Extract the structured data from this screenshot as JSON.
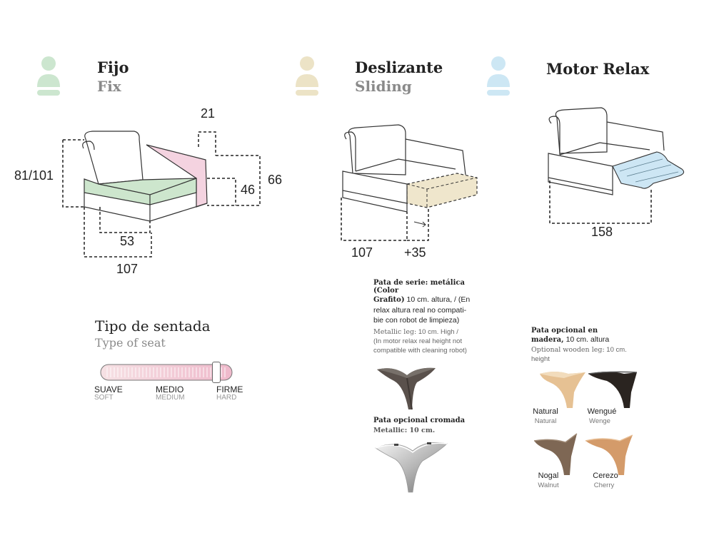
{
  "modes": [
    {
      "title": "Fijo",
      "subtitle": "Fix",
      "icon_color": "#cce6cf"
    },
    {
      "title": "Deslizante",
      "subtitle": "Sliding",
      "icon_color": "#ece3c6"
    },
    {
      "title": "Motor Relax",
      "subtitle": "",
      "icon_color": "#cde7f4"
    }
  ],
  "dimensions": {
    "fijo": {
      "arm_width": "21",
      "height": "81/101",
      "seat_height": "46",
      "back_height": "66",
      "seat_depth": "53",
      "depth": "107"
    },
    "deslizante": {
      "depth": "107",
      "extension": "+35"
    },
    "relax": {
      "extended_depth": "158"
    }
  },
  "seat_type": {
    "title": "Tipo de sentada",
    "subtitle": "Type of seat",
    "scale": [
      {
        "label": "SUAVE",
        "sub": "SOFT"
      },
      {
        "label": "MEDIO",
        "sub": "MEDIUM"
      },
      {
        "label": "FIRME",
        "sub": "HARD"
      }
    ],
    "level": 0.87
  },
  "legs": {
    "standard": {
      "title": "Pata de serie: metálica (Color",
      "title2": "Grafito)",
      "text_a": " 10 cm. altura, / (En",
      "text_b": "relax altura real no compati-",
      "text_c": "bie con robot de limpieza)",
      "en_a": "Metallic leg:",
      "en_b": " 10 cm. High /",
      "en_c": "(In motor relax real height not",
      "en_d": "compatible with cleaning robot)"
    },
    "chrome": {
      "title": "Pata opcional cromada",
      "sub": "Metallic: 10 cm."
    },
    "wood": {
      "title_a": "Pata opcional en",
      "title_b": "madera,",
      "title_c": " 10 cm. altura",
      "en_a": "Optional wooden leg:",
      "en_b": " 10 cm.",
      "en_c": "height",
      "options": [
        {
          "label": "Natural",
          "sub": "Natural",
          "color": "#e6c193"
        },
        {
          "label": "Wengué",
          "sub": "Wenge",
          "color": "#2a2420"
        },
        {
          "label": "Nogal",
          "sub": "Walnut",
          "color": "#7e6754"
        },
        {
          "label": "Cerezo",
          "sub": "Cherry",
          "color": "#d49b6a"
        }
      ]
    }
  }
}
